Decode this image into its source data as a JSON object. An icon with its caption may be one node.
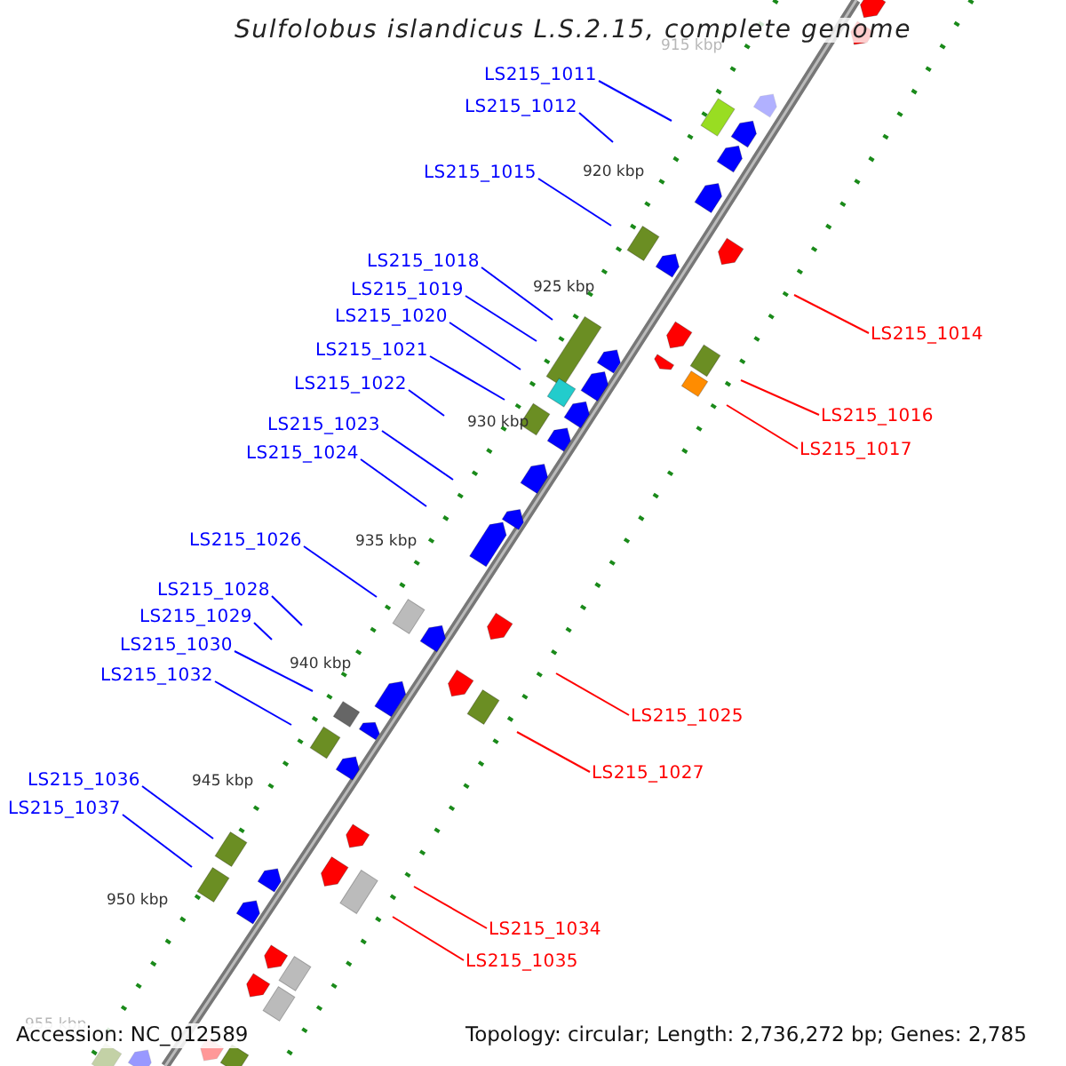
{
  "diagram": {
    "title": "Sulfolobus islandicus L.S.2.15, complete genome",
    "nodes": [
      {
        "text": [
          "LS215_1011"
        ]
      },
      {
        "text": [
          "LS215_1012"
        ]
      },
      {
        "text": [
          "LS215_1015"
        ]
      },
      {
        "text": [
          "LS215_1018"
        ]
      },
      {
        "text": [
          "LS215_1019"
        ]
      },
      {
        "text": [
          "LS215_1020"
        ]
      },
      {
        "text": [
          "LS215_1014"
        ]
      },
      {
        "text": [
          "LS215_1021"
        ]
      },
      {
        "text": [
          "LS215_1022"
        ]
      },
      {
        "text": [
          "LS215_1016"
        ]
      },
      {
        "text": [
          "LS215_1023"
        ]
      },
      {
        "text": [
          "LS215_1017"
        ]
      },
      {
        "text": [
          "LS215_1024"
        ]
      },
      {
        "text": [
          "LS215_1026"
        ]
      },
      {
        "text": [
          "LS215_1028"
        ]
      },
      {
        "text": [
          "LS215_1029"
        ]
      },
      {
        "text": [
          "LS215_1030"
        ]
      },
      {
        "text": [
          "LS215_1032"
        ]
      },
      {
        "text": [
          "LS215_1025"
        ]
      },
      {
        "text": [
          "LS215_1027"
        ]
      },
      {
        "text": [
          "LS215_1036"
        ]
      },
      {
        "text": [
          "LS215_1037"
        ]
      },
      {
        "text": [
          "LS215_1034"
        ]
      },
      {
        "text": [
          "LS215_1035"
        ]
      }
    ],
    "edges": [
      {
        "from": 0,
        "to": null,
        "arrow": "none"
      },
      {
        "from": 1,
        "to": null,
        "arrow": "none"
      },
      {
        "from": 2,
        "to": null,
        "arrow": "none"
      },
      {
        "from": 3,
        "to": null,
        "arrow": "none"
      },
      {
        "from": 4,
        "to": null,
        "arrow": "none"
      },
      {
        "from": 5,
        "to": null,
        "arrow": "none"
      },
      {
        "from": 6,
        "to": null,
        "arrow": "none",
        "color": "#ff0000"
      },
      {
        "from": 7,
        "to": null,
        "arrow": "none"
      },
      {
        "from": 8,
        "to": null,
        "arrow": "none"
      },
      {
        "from": 9,
        "to": null,
        "arrow": "none",
        "color": "#ff0000"
      },
      {
        "from": 10,
        "to": null,
        "arrow": "none"
      },
      {
        "from": 11,
        "to": null,
        "arrow": "none",
        "color": "#ff0000"
      },
      {
        "from": 12,
        "to": null,
        "arrow": "none"
      },
      {
        "from": 13,
        "to": null,
        "arrow": "none"
      },
      {
        "from": 14,
        "to": null,
        "arrow": "none"
      },
      {
        "from": 15,
        "to": null,
        "arrow": "none"
      },
      {
        "from": 16,
        "to": null,
        "arrow": "none"
      },
      {
        "from": 17,
        "to": null,
        "arrow": "none"
      },
      {
        "from": 18,
        "to": null,
        "arrow": "none",
        "color": "#ff0000"
      },
      {
        "from": 19,
        "to": null,
        "arrow": "none",
        "color": "#ff0000"
      },
      {
        "from": 20,
        "to": null,
        "arrow": "none"
      },
      {
        "from": 21,
        "to": null,
        "arrow": "none"
      },
      {
        "from": 22,
        "to": null,
        "arrow": "none",
        "color": "#ff0000"
      },
      {
        "from": 23,
        "to": null,
        "arrow": "none",
        "color": "#ff0000"
      }
    ],
    "labels": [
      "915 kbp",
      "920 kbp",
      "925 kbp",
      "930 kbp",
      "935 kbp",
      "940 kbp",
      "945 kbp",
      "950 kbp",
      "955 kbp",
      "Accession: NC_012589",
      "Topology: circular; Length: 2,736,272 bp; Genes: 2,785"
    ]
  }
}
